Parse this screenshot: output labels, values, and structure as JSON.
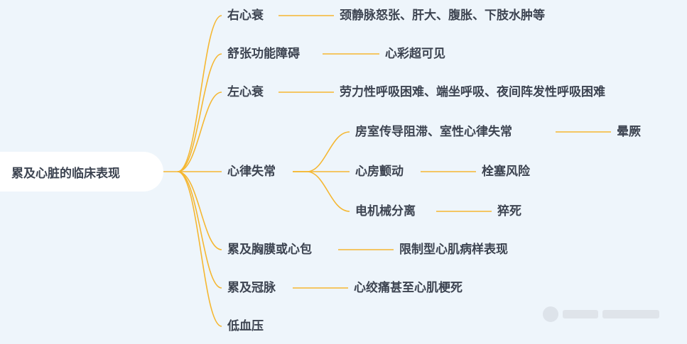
{
  "mindmap": {
    "root": "累及心脏的临床表现",
    "branches": [
      {
        "label": "右心衰",
        "children": [
          {
            "label": "颈静脉怒张、肝大、腹胀、下肢水肿等"
          }
        ]
      },
      {
        "label": "舒张功能障碍",
        "children": [
          {
            "label": "心彩超可见"
          }
        ]
      },
      {
        "label": "左心衰",
        "children": [
          {
            "label": "劳力性呼吸困难、端坐呼吸、夜间阵发性呼吸困难"
          }
        ]
      },
      {
        "label": "心律失常",
        "children": [
          {
            "label": "房室传导阻滞、室性心律失常",
            "children": [
              {
                "label": "晕厥"
              }
            ]
          },
          {
            "label": "心房颤动",
            "children": [
              {
                "label": "栓塞风险"
              }
            ]
          },
          {
            "label": "电机械分离",
            "children": [
              {
                "label": "猝死"
              }
            ]
          }
        ]
      },
      {
        "label": "累及胸膜或心包",
        "children": [
          {
            "label": "限制型心肌病样表现"
          }
        ]
      },
      {
        "label": "累及冠脉",
        "children": [
          {
            "label": "心绞痛甚至心肌梗死"
          }
        ]
      },
      {
        "label": "低血压",
        "children": []
      }
    ]
  },
  "colors": {
    "line": "#f5b731",
    "text": "#3d4451",
    "background": "#eef5fb",
    "root_fill": "#ffffff"
  }
}
